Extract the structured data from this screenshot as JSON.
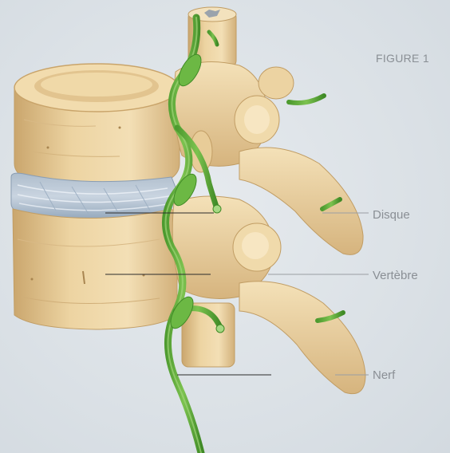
{
  "figure": {
    "label": "FIGURE 1"
  },
  "labels": {
    "disc": "Disque",
    "vertebra": "Vertèbre",
    "nerve": "Nerf"
  },
  "colors": {
    "background": "#dde3e8",
    "label_text": "#8a8f95",
    "leader_line_dark": "#2b2b2b",
    "leader_line_light": "#9a9ea3",
    "bone_light": "#f1dcae",
    "bone": "#e3c48e",
    "bone_shadow": "#c9a46a",
    "disc": "#b9c7d6",
    "disc_shadow": "#8fa3b8",
    "nerve": "#5fae3c",
    "nerve_dark": "#3f8a26"
  }
}
